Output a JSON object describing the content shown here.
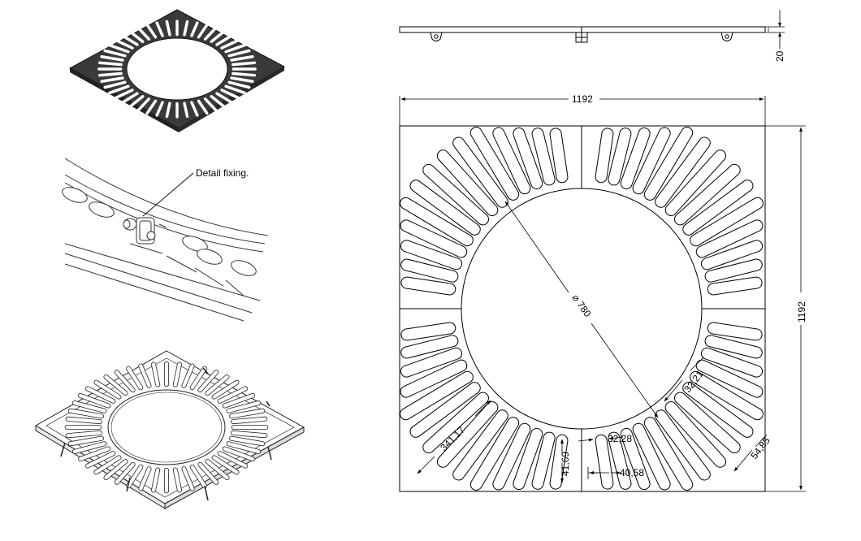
{
  "drawing": {
    "detail_label": "Detail fixing.",
    "dimensions": {
      "width": "1192",
      "height": "1192",
      "thickness": "20",
      "hole_diameter": "⌀ 780",
      "slot_length": "341,17",
      "slot_width_a": "41,69",
      "slot_gap": "32,28",
      "slot_pitch": "40,58",
      "segment_a": "32,21",
      "segment_b": "54,85"
    }
  }
}
